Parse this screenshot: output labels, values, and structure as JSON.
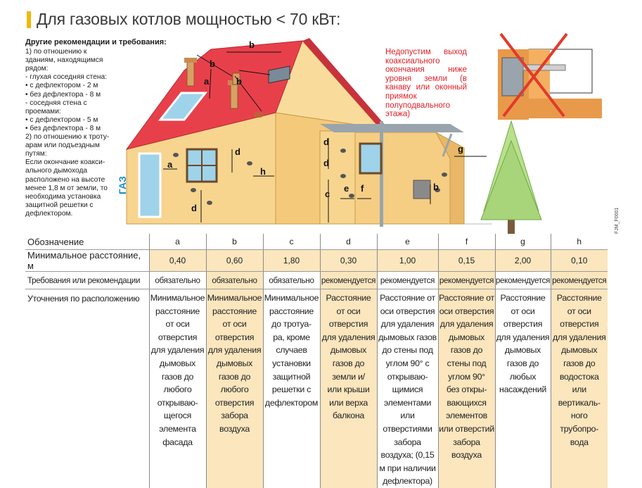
{
  "title": "Для газовых котлов мощностью < 70 кВт:",
  "recommendations": {
    "heading": "Другие рекомендации и требования:",
    "lines": [
      "1) по отношению к",
      "зданиям, находящимся",
      "рядом:",
      "- глухая соседняя стена:",
      "  • с дефлектором - 2 м",
      "  • без дефлектора - 8 м",
      "- соседняя стена с",
      "проемами:",
      "  • с дефлектором - 5 м",
      "  • без дефлектора - 8 м",
      "2) по отношению к троту-",
      "арам или подъездным",
      "путям:",
      "Если окончание коакси-",
      "ального дымохода",
      "расположено на высоте",
      "менее 1,8 м от земли, то",
      "необходима установка",
      "защитной решетки с",
      "дефлектором."
    ]
  },
  "warning": "Недопустим выход коаксиального окончания ниже уровня земли (в канаву или оконный приямок полуподвального этажа)",
  "gas_label": "ГАЗ",
  "figure_code": "FJM_F0001",
  "diagram_labels": {
    "a1": "a",
    "a2": "a",
    "b1": "b",
    "b2": "b",
    "b3": "b",
    "c1": "c",
    "d1": "d",
    "d2": "d",
    "d3": "d",
    "d4": "d",
    "e1": "e",
    "f1": "f",
    "g1": "g",
    "h1": "h"
  },
  "colors": {
    "roof": "#e8404a",
    "wall": "#f7d58f",
    "sky_ground_cross": "#e23a2a",
    "tree": "#b9e08a",
    "title_bar": "#f2b705",
    "table_tan": "#fbe6be"
  },
  "table": {
    "row_headers": {
      "designation": "Обозначение",
      "min_distance": "Минимальное расстояние, м",
      "requirement": "Требования или рекомендации",
      "clarification": "Уточнения по расположению"
    },
    "columns": [
      {
        "code": "a",
        "distance": "0,40",
        "requirement": "обязательно",
        "clarification": [
          "Минимальное",
          "расстояние",
          "от оси",
          "отверстия",
          "для удаления",
          "дымовых",
          "газов до",
          "любого",
          "открываю-",
          "щегося",
          "элемента",
          "фасада"
        ]
      },
      {
        "code": "b",
        "distance": "0,60",
        "requirement": "обязательно",
        "clarification": [
          "Минимальное",
          "расстояние",
          "от оси",
          "отверстия",
          "для удаления",
          "дымовых",
          "газов до",
          "любого",
          "отверстия",
          "забора",
          "воздуха"
        ]
      },
      {
        "code": "c",
        "distance": "1,80",
        "requirement": "обязательно",
        "clarification": [
          "Минимальное",
          "расстояние",
          "до тротуа-",
          "ра, кроме",
          "случаев",
          "установки",
          "защитной",
          "решетки с",
          "дефлектором"
        ]
      },
      {
        "code": "d",
        "distance": "0,30",
        "requirement": "рекомендуется",
        "clarification": [
          "Расстояние",
          "от оси",
          "отверстия",
          "для удаления",
          "дымовых",
          "газов до",
          "земли и/",
          "или крыши",
          "или верха",
          "балкона"
        ]
      },
      {
        "code": "e",
        "distance": "1,00",
        "requirement": "рекомендуется",
        "clarification": [
          "Расстояние от",
          "оси отверстия",
          "для удаления",
          "дымовых газов",
          "до стены под",
          "углом 90° с",
          "открываю-",
          "щимися",
          "элементами или",
          "отверстиями",
          "забора",
          "воздуха; (0,15",
          "м при наличии",
          "дефлектора)"
        ]
      },
      {
        "code": "f",
        "distance": "0,15",
        "requirement": "рекомендуется",
        "clarification": [
          "Расстояние от",
          "оси отверстия",
          "для удаления",
          "дымовых",
          "газов до",
          "стены под",
          "углом 90°",
          "без откры-",
          "вающихся",
          "элементов",
          "или отверстий",
          "забора",
          "воздуха"
        ]
      },
      {
        "code": "g",
        "distance": "2,00",
        "requirement": "рекомендуется",
        "clarification": [
          "Расстояние",
          "от оси",
          "отверстия",
          "для удаления",
          "дымовых",
          "газов до",
          "любых",
          "насаждений"
        ]
      },
      {
        "code": "h",
        "distance": "0,10",
        "requirement": "рекомендуется",
        "clarification": [
          "Расстояние",
          "от оси",
          "отверстия",
          "для удаления",
          "дымовых",
          "газов до",
          "водостока",
          "или",
          "вертикаль-",
          "ного",
          "трубопро-",
          "вода"
        ]
      }
    ]
  }
}
